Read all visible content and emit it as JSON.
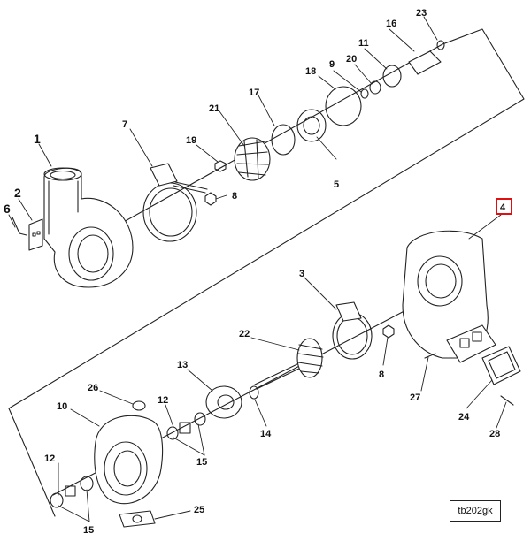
{
  "diagram": {
    "figure_ref": "tb202gk",
    "highlighted_callout": "4",
    "highlight_color": "#e01010",
    "line_color": "#222222",
    "callouts": {
      "c1": "1",
      "c2": "2",
      "c6": "6",
      "c7": "7",
      "c19": "19",
      "c21": "21",
      "c17": "17",
      "c18": "18",
      "c9": "9",
      "c20": "20",
      "c11": "11",
      "c16": "16",
      "c23": "23",
      "c5": "5",
      "c8a": "8",
      "c4": "4",
      "c3": "3",
      "c22": "22",
      "c8b": "8",
      "c13": "13",
      "c26": "26",
      "c10": "10",
      "c12a": "12",
      "c14": "14",
      "c15a": "15",
      "c27": "27",
      "c24": "24",
      "c28": "28",
      "c12b": "12",
      "c15b": "15",
      "c25": "25"
    }
  }
}
